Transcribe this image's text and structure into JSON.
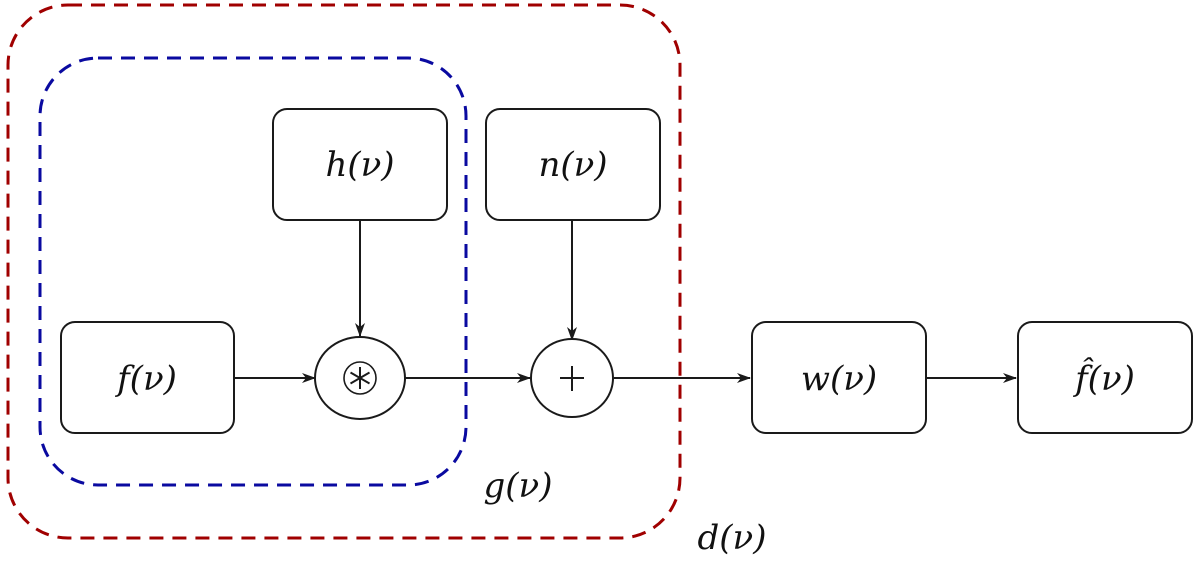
{
  "diagram": {
    "type": "signal-flow block diagram",
    "blocks": {
      "f": {
        "label": "f(ν)"
      },
      "h": {
        "label": "h(ν)"
      },
      "n": {
        "label": "n(ν)"
      },
      "w": {
        "label": "w(ν)"
      },
      "fhat": {
        "label": "f̂(ν)"
      }
    },
    "operators": {
      "convolution": {
        "symbol": "⊛"
      },
      "sum": {
        "symbol": "+"
      }
    },
    "groups": {
      "inner": {
        "label": "g(ν)",
        "color": "#0a0aa0"
      },
      "outer": {
        "label": "d(ν)",
        "color": "#a00000"
      }
    },
    "edges": [
      {
        "from": "f",
        "to": "convolution"
      },
      {
        "from": "h",
        "to": "convolution"
      },
      {
        "from": "convolution",
        "to": "sum"
      },
      {
        "from": "n",
        "to": "sum"
      },
      {
        "from": "sum",
        "to": "w"
      },
      {
        "from": "w",
        "to": "fhat"
      }
    ]
  }
}
